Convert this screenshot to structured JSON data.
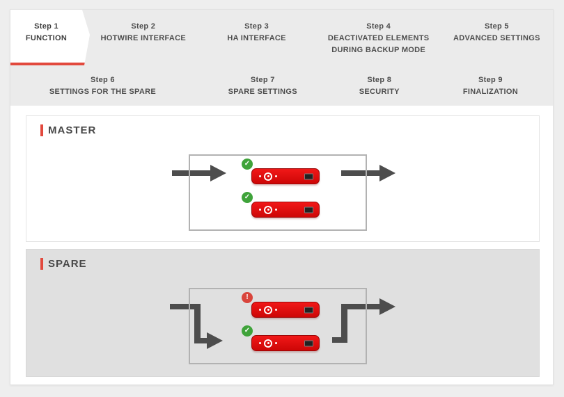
{
  "wizard": {
    "row1": [
      {
        "num": "Step 1",
        "label": "FUNCTION",
        "active": true
      },
      {
        "num": "Step 2",
        "label": "HOTWIRE INTERFACE",
        "active": false
      },
      {
        "num": "Step 3",
        "label": "HA INTERFACE",
        "active": false
      },
      {
        "num": "Step 4",
        "label": "DEACTIVATED ELEMENTS DURING BACKUP MODE",
        "active": false
      },
      {
        "num": "Step 5",
        "label": "ADVANCED SETTINGS",
        "active": false
      }
    ],
    "row2": [
      {
        "num": "Step 6",
        "label": "SETTINGS FOR THE SPARE",
        "active": false
      },
      {
        "num": "Step 7",
        "label": "SPARE SETTINGS",
        "active": false
      },
      {
        "num": "Step 8",
        "label": "SECURITY",
        "active": false
      },
      {
        "num": "Step 9",
        "label": "FINALIZATION",
        "active": false
      }
    ]
  },
  "panels": {
    "master": {
      "title": "MASTER",
      "devices": [
        {
          "status": "ok"
        },
        {
          "status": "ok"
        }
      ],
      "flow": "straight-through"
    },
    "spare": {
      "title": "SPARE",
      "devices": [
        {
          "status": "error"
        },
        {
          "status": "ok"
        }
      ],
      "flow": "stepped-bypass"
    }
  },
  "glyphs": {
    "check": "✓",
    "exclamation": "!"
  },
  "colors": {
    "accent_red": "#e2493d",
    "device_red": "#e00c0c",
    "device_border_red": "#9c0606",
    "ok_green": "#3fa33a",
    "error_red": "#d9453c",
    "arrow_gray": "#4d4d4d",
    "step_bar_gray": "#ebebeb",
    "spare_panel_gray": "#e0e0e0",
    "box_border_gray": "#b2b2b2",
    "text_gray": "#4d4d4d",
    "page_bg": "#eeeeee"
  }
}
